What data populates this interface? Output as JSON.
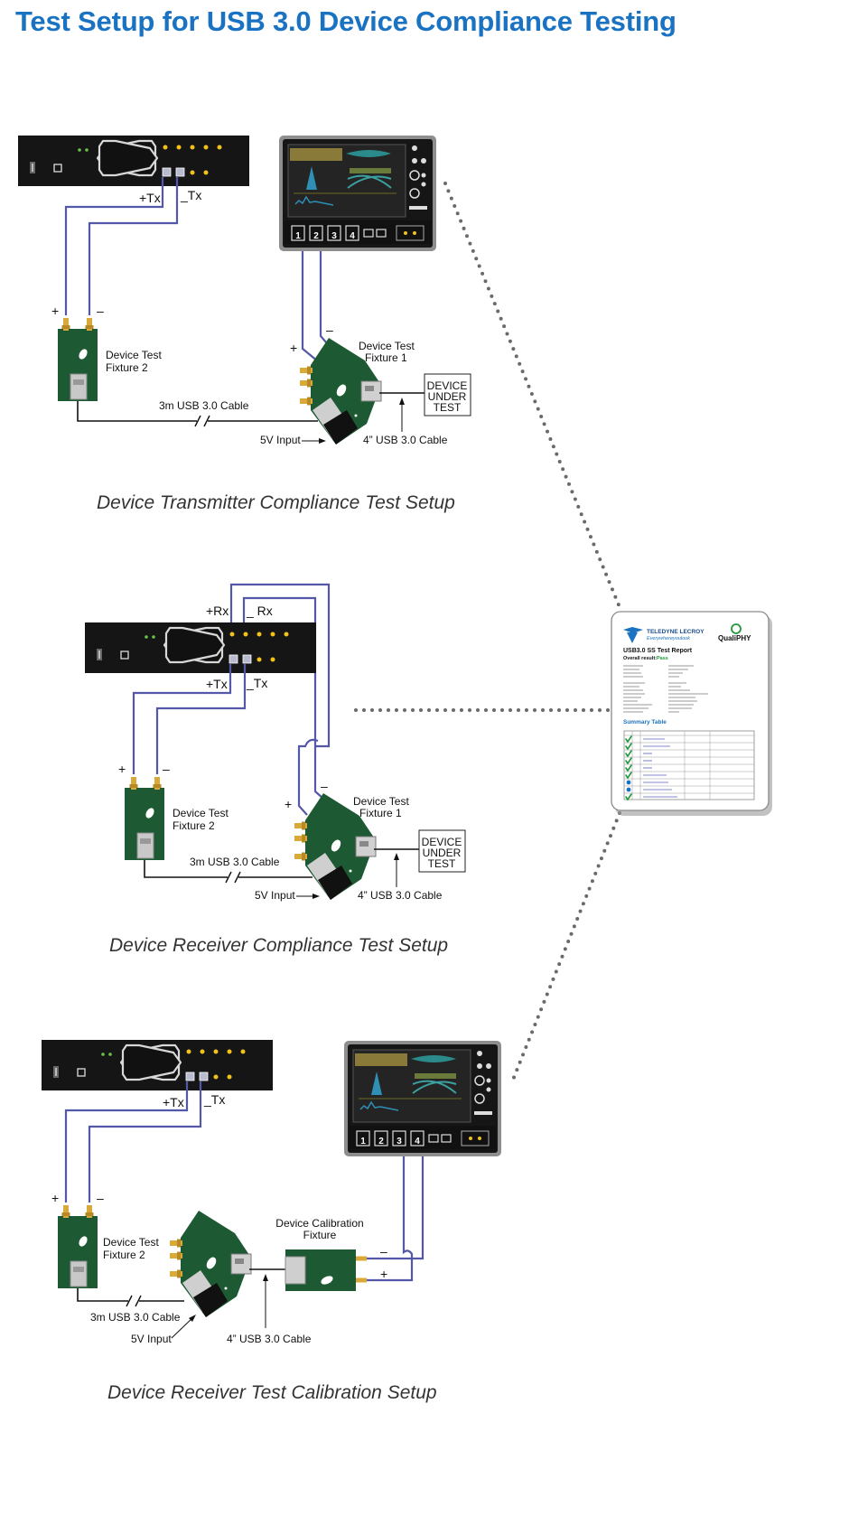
{
  "title": "Test Setup for USB 3.0 Device Compliance Testing",
  "colors": {
    "title": "#1a73c2",
    "cable": "#5458a8",
    "fixture": "#1d5a33",
    "instrument": "#141414",
    "connector": "#d9a93a"
  },
  "icons": [
    "protocol-analyzer-icon",
    "oscilloscope-icon",
    "test-fixture-icon",
    "report-icon"
  ],
  "sections": [
    {
      "caption": "Device Transmitter Compliance Test Setup",
      "port_labels": [
        "+Tx",
        "_Tx"
      ],
      "fixture2_label": [
        "Device Test",
        "Fixture 2"
      ],
      "fixture1_label": [
        "Device Test",
        "Fixture 1"
      ],
      "dut_label": [
        "DEVICE",
        "UNDER",
        "TEST"
      ],
      "cable_3m": "3m USB 3.0 Cable",
      "cable_4in": "4” USB 3.0 Cable",
      "input_5v": "5V Input",
      "plus": "+",
      "minus": "–"
    },
    {
      "caption": "Device Receiver Compliance Test Setup",
      "rx_labels": [
        "+Rx",
        "_ Rx"
      ],
      "port_labels": [
        "+Tx",
        "_Tx"
      ],
      "fixture2_label": [
        "Device Test",
        "Fixture 2"
      ],
      "fixture1_label": [
        "Device Test",
        "Fixture 1"
      ],
      "dut_label": [
        "DEVICE",
        "UNDER",
        "TEST"
      ],
      "cable_3m": "3m USB 3.0 Cable",
      "cable_4in": "4” USB 3.0 Cable",
      "input_5v": "5V Input",
      "plus": "+",
      "minus": "–"
    },
    {
      "caption": "Device Receiver Test Calibration Setup",
      "port_labels": [
        "+Tx",
        "_Tx"
      ],
      "fixture2_label": [
        "Device Test",
        "Fixture 2"
      ],
      "calibration_label": [
        "Device Calibration",
        "Fixture"
      ],
      "cable_3m": "3m USB 3.0 Cable",
      "cable_4in": "4” USB 3.0 Cable",
      "input_5v": "5V Input",
      "plus": "+",
      "minus": "–"
    }
  ],
  "scope": {
    "channels": [
      "1",
      "2",
      "3",
      "4"
    ]
  },
  "fixture_logo": "intel",
  "report": {
    "brand": "TELEDYNE LECROY",
    "tagline": "Everywhereyoulook",
    "product": "QualiPHY",
    "heading": "USB3.0 SS Test Report",
    "overall_label": "Overall result:",
    "overall_value": "Pass",
    "summary_title": "Summary Table"
  }
}
